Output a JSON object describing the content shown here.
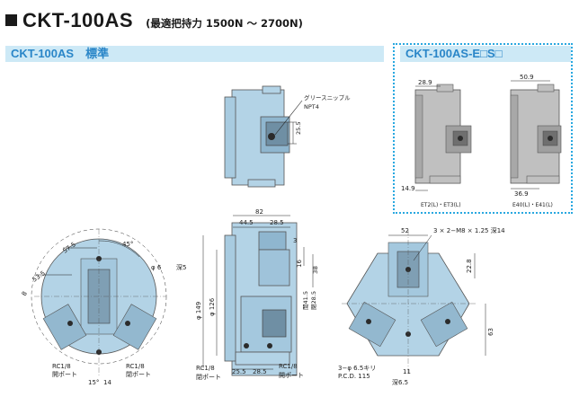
{
  "header": {
    "model": "CKT-100AS",
    "subtitle": "(最適把持力 1500N ～ 2700N)"
  },
  "sections": {
    "standard": "CKT-100AS　標準",
    "option": "CKT-100AS-E□S□"
  },
  "side_view": {
    "dims": {
      "top_total": "82",
      "top_a": "44.5",
      "top_b": "28.5",
      "jaw_step": "3",
      "stroke": "16",
      "height_38": "38",
      "dia_149": "φ 149",
      "dia_126": "φ 126",
      "open": "開41.5",
      "closed": "閉28.5",
      "bottom_a": "25.5",
      "bottom_b": "28.5",
      "upper_25": "25.5"
    },
    "notes": {
      "grease": "グリースニップル",
      "npt": "NPT4",
      "port_left": "RC1/8",
      "port_left_label": "閉ポート",
      "port_right": "RC1/8",
      "port_right_label": "開ポート"
    }
  },
  "front_view": {
    "dims": {
      "angle": "45°",
      "r_575": "57.5",
      "r_535": "53.5",
      "dia_6": "φ 6",
      "depth": "深5",
      "dist_8": "8",
      "angle_15": "15°",
      "dist_14": "14"
    },
    "notes": {
      "port_a": "RC1/8",
      "port_a_label": "開ポート",
      "port_b": "RC1/8",
      "port_b_label": "閉ポート"
    }
  },
  "top_view": {
    "dims": {
      "width_52": "52",
      "tap": "3 × 2−M8 × 1.25 深14",
      "d_228": "22.8",
      "d_63": "63",
      "holes": "3−φ 6.5キリ",
      "pcd": "P.C.D. 115",
      "d_11": "11",
      "depth": "深6.5"
    }
  },
  "option_views": {
    "left": {
      "dim_top": "28.9",
      "dim_bottom": "14.9",
      "caption": "ET2(L)・ET3(L)"
    },
    "right": {
      "dim_top": "50.9",
      "dim_bottom": "36.9",
      "caption": "E40(L)・E41(L)"
    }
  },
  "colors": {
    "accent": "#2a86c8",
    "header_bg": "#cde9f6",
    "body_fill": "#b3d3e6",
    "dashed": "#29a8e0"
  }
}
